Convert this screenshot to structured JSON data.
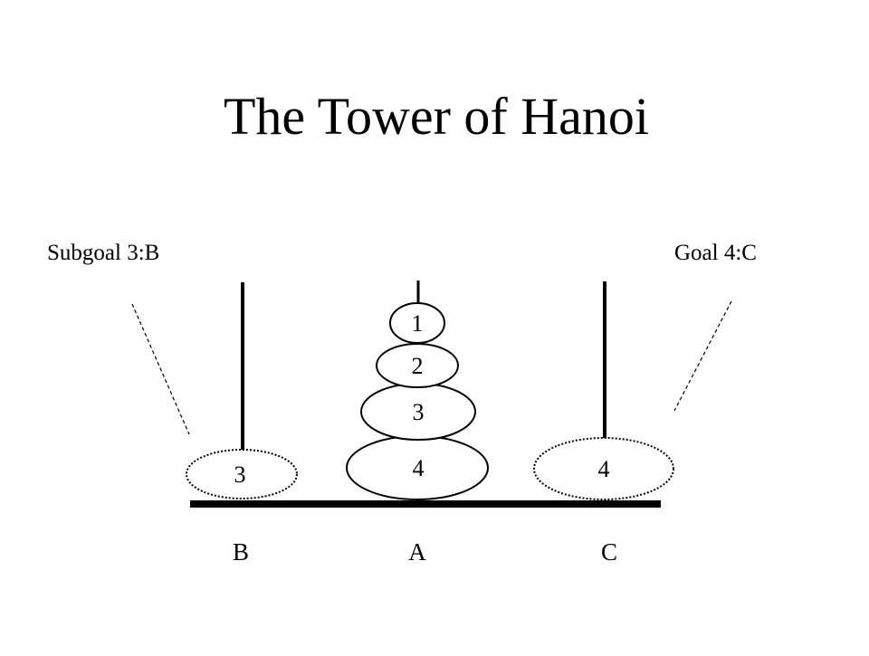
{
  "title": "The Tower of Hanoi",
  "annotations": {
    "subgoal": "Subgoal 3:B",
    "goal": "Goal 4:C"
  },
  "pegs": [
    {
      "id": "B",
      "label": "B"
    },
    {
      "id": "A",
      "label": "A"
    },
    {
      "id": "C",
      "label": "C"
    }
  ],
  "disks_on_A": [
    {
      "label": "1"
    },
    {
      "label": "2"
    },
    {
      "label": "3"
    },
    {
      "label": "4"
    }
  ],
  "ghost_disks": {
    "B": {
      "label": "3"
    },
    "C": {
      "label": "4"
    }
  },
  "colors": {
    "ink": "#000000",
    "background": "#ffffff"
  }
}
